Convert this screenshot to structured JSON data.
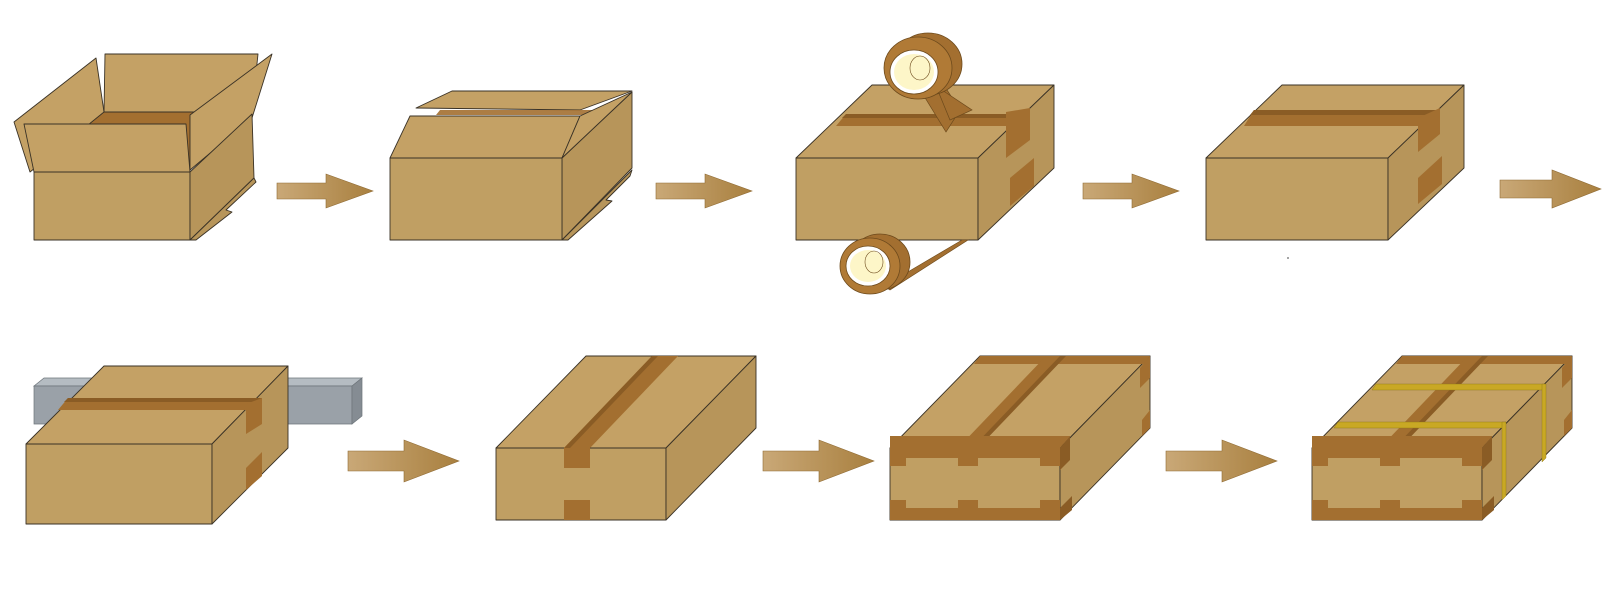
{
  "diagram": {
    "kind": "carton-packing-process",
    "step_count": 8,
    "arrow_count": 7,
    "colors": {
      "background": "#ffffff",
      "cardboard_top": "#c4a165",
      "cardboard_front": "#c09f63",
      "cardboard_side": "#b7955a",
      "tape": "#a36f30",
      "tape_dark": "#8a5c25",
      "roller_core": "#fdf6c8",
      "strap": "#c9a824",
      "conveyor": "#9aa1a8",
      "arrow": "#b88f55"
    },
    "steps": [
      {
        "state": "open-box-flaps-up"
      },
      {
        "state": "flaps-folded-down"
      },
      {
        "state": "tape-rollers-sealing"
      },
      {
        "state": "sealed-top-and-bottom"
      },
      {
        "state": "on-conveyor-rotated"
      },
      {
        "state": "taped-one-direction"
      },
      {
        "state": "corner-edges-taped"
      },
      {
        "state": "strapped-with-bands"
      }
    ],
    "arrows": [
      {
        "from": 1,
        "to": 2
      },
      {
        "from": 2,
        "to": 3
      },
      {
        "from": 3,
        "to": 4
      },
      {
        "from": 4,
        "to": 5
      },
      {
        "from": 5,
        "to": 6
      },
      {
        "from": 6,
        "to": 7
      },
      {
        "from": 7,
        "to": 8
      }
    ]
  }
}
